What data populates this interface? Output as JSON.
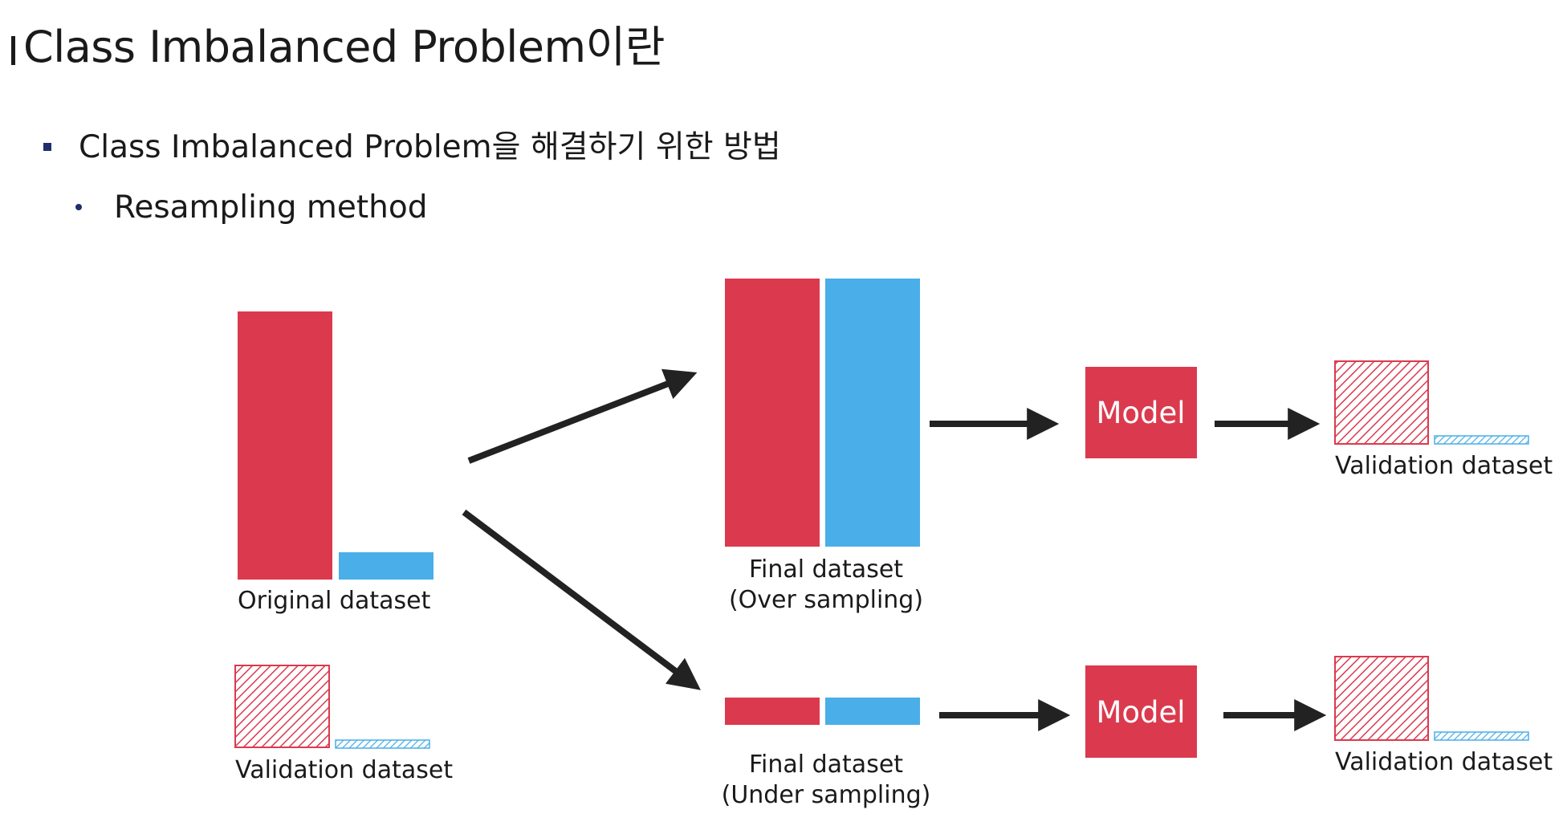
{
  "slide": {
    "title": "Class Imbalanced Problem이란",
    "bullet_1": "Class Imbalanced Problem을 해결하기 위한 방법",
    "bullet_2": "Resampling method"
  },
  "diagram": {
    "original_label": "Original dataset",
    "validation_label": "Validation dataset",
    "over_label_line1": "Final dataset",
    "over_label_line2": "(Over sampling)",
    "under_label_line1": "Final dataset",
    "under_label_line2": "(Under sampling)",
    "model_label": "Model"
  },
  "colors": {
    "majority": "#db3a4e",
    "minority": "#4aaee8",
    "arrow": "#222222",
    "bullet": "#1f2f6b"
  },
  "icons": {
    "square_bullet": "square-bullet-icon",
    "dot_bullet": "dot-bullet-icon",
    "arrow": "right-arrow-icon"
  }
}
